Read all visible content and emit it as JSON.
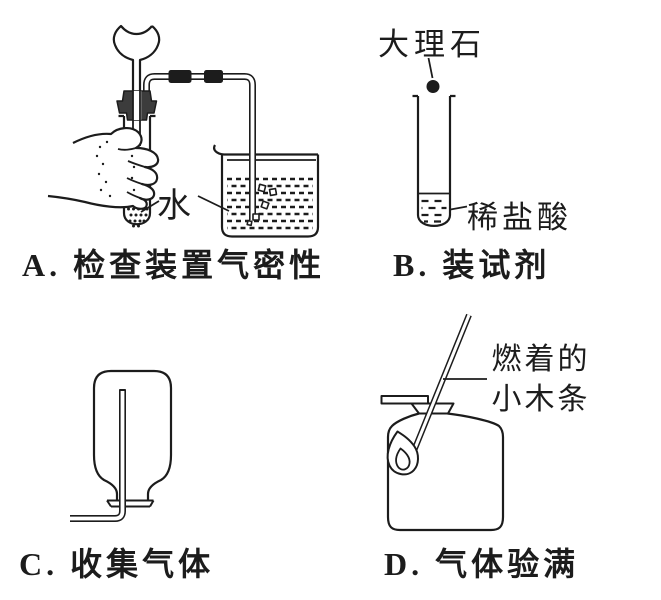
{
  "colors": {
    "background": "#ffffff",
    "ink": "#1c1c1c",
    "stopper_fill": "#3c3c3c"
  },
  "panels": {
    "a": {
      "caption": "A. 检查装置气密性",
      "labels": {
        "water": "水"
      }
    },
    "b": {
      "caption": "B. 装试剂",
      "labels": {
        "marble": "大理石",
        "dilute_hcl": "稀盐酸"
      }
    },
    "c": {
      "caption": "C. 收集气体"
    },
    "d": {
      "caption": "D. 气体验满",
      "labels": {
        "burning_splint_line1": "燃着的",
        "burning_splint_line2": "小木条"
      }
    }
  }
}
